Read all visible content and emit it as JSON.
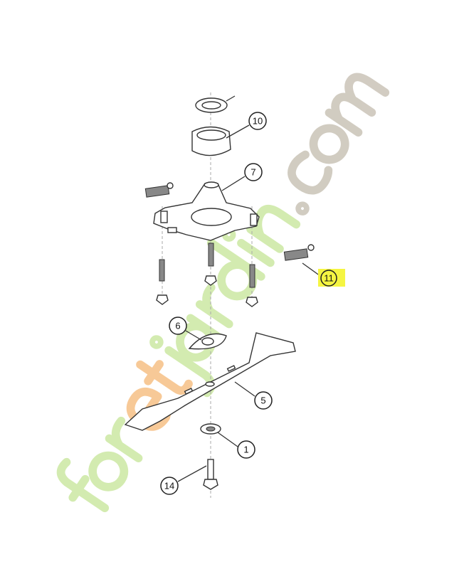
{
  "diagram": {
    "callouts": [
      {
        "id": "10",
        "label": "10",
        "highlighted": false
      },
      {
        "id": "7",
        "label": "7",
        "highlighted": false
      },
      {
        "id": "11",
        "label": "11",
        "highlighted": true
      },
      {
        "id": "6",
        "label": "6",
        "highlighted": false
      },
      {
        "id": "5",
        "label": "5",
        "highlighted": false
      },
      {
        "id": "1",
        "label": "1",
        "highlighted": false
      },
      {
        "id": "14",
        "label": "14",
        "highlighted": false
      }
    ],
    "highlight_color": "#f5f542"
  },
  "watermark": {
    "text": "foretjardin.com",
    "colors": {
      "green": "#c8e6a0",
      "orange": "#f5c28a",
      "gray": "#c9c3b8"
    }
  }
}
